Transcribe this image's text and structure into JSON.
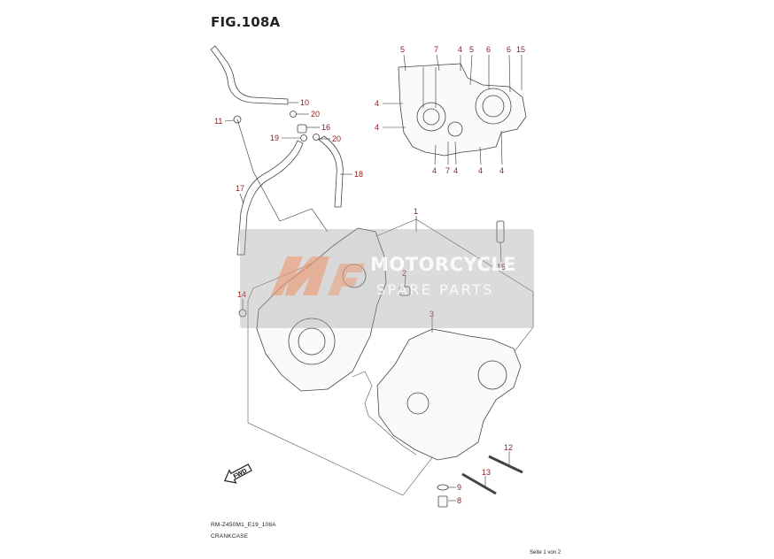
{
  "figure": {
    "title": "FIG.108A"
  },
  "callouts": [
    {
      "id": "c5a",
      "label": "5"
    },
    {
      "id": "c7a",
      "label": "7"
    },
    {
      "id": "c4a",
      "label": "4"
    },
    {
      "id": "c5b",
      "label": "5"
    },
    {
      "id": "c6a",
      "label": "6"
    },
    {
      "id": "c6b",
      "label": "6"
    },
    {
      "id": "c15a",
      "label": "15"
    },
    {
      "id": "c4b",
      "label": "4"
    },
    {
      "id": "c4c",
      "label": "4"
    },
    {
      "id": "c4d",
      "label": "4"
    },
    {
      "id": "c7b",
      "label": "7"
    },
    {
      "id": "c4e",
      "label": "4"
    },
    {
      "id": "c4f",
      "label": "4"
    },
    {
      "id": "c4g",
      "label": "4"
    },
    {
      "id": "c10",
      "label": "10"
    },
    {
      "id": "c11",
      "label": "11"
    },
    {
      "id": "c20a",
      "label": "20"
    },
    {
      "id": "c16",
      "label": "16"
    },
    {
      "id": "c19",
      "label": "19"
    },
    {
      "id": "c20b",
      "label": "20"
    },
    {
      "id": "c18",
      "label": "18"
    },
    {
      "id": "c17",
      "label": "17"
    },
    {
      "id": "c1",
      "label": "1"
    },
    {
      "id": "c15b",
      "label": "15"
    },
    {
      "id": "c2",
      "label": "2"
    },
    {
      "id": "c14",
      "label": "14"
    },
    {
      "id": "c3",
      "label": "3"
    },
    {
      "id": "c12",
      "label": "12"
    },
    {
      "id": "c13",
      "label": "13"
    },
    {
      "id": "c9",
      "label": "9"
    },
    {
      "id": "c8",
      "label": "8"
    }
  ],
  "fwd_label": "FWD",
  "watermark": {
    "line1": "MOTORCYCLE",
    "line2": "SPARE PARTS"
  },
  "footer": {
    "code": "RM-Z450M1_E19_108A",
    "caption": "CRANKCASE",
    "page": "Seite 1 von 2"
  }
}
